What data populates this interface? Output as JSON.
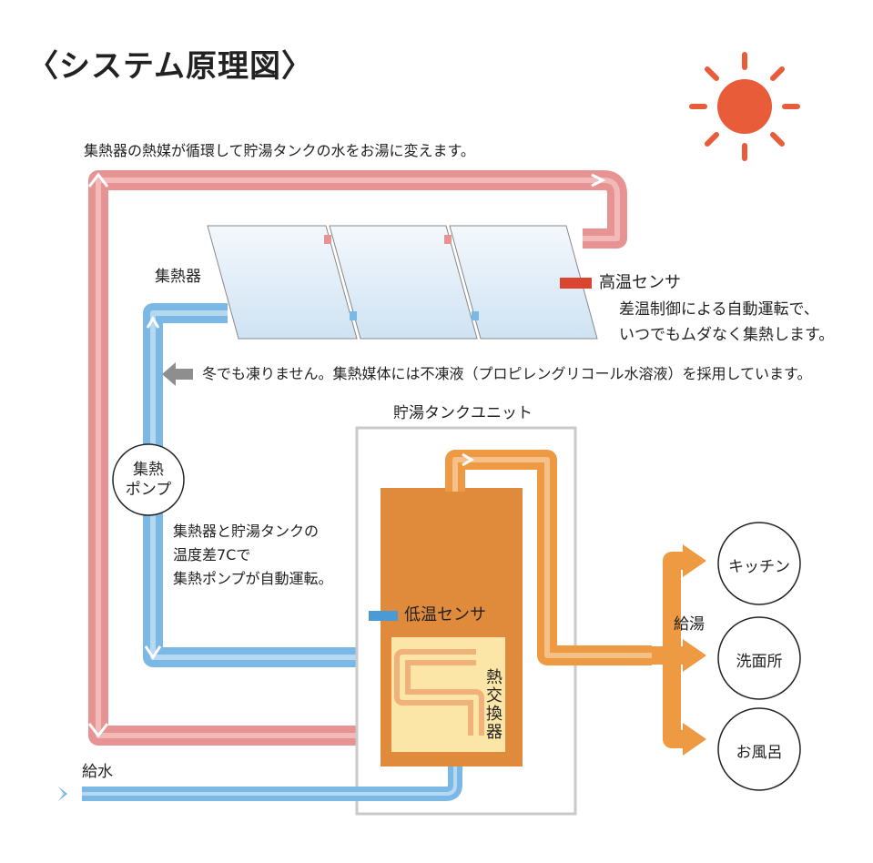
{
  "title": "〈システム原理図〉",
  "headline": "集熱器の熱媒が循環して貯湯タンクの水をお湯に変えます。",
  "labels": {
    "collector": "集熱器",
    "high_sensor": "高温センサ",
    "high_sensor_note_1": "差温制御による自動運転で、",
    "high_sensor_note_2": "いつでもムダなく集熱します。",
    "antifreeze_note": "冬でも凍りません。集熱媒体には不凍液（プロピレングリコール水溶液）を採用しています。",
    "tank_unit": "貯湯タンクユニット",
    "pump_line1": "集熱",
    "pump_line2": "ポンプ",
    "pump_note_1": "集熱器と貯湯タンクの",
    "pump_note_2": "温度差7Cで",
    "pump_note_3": "集熱ポンプが自動運転。",
    "low_sensor": "低温センサ",
    "heat_exchanger": "熱交換器",
    "hot_supply": "給湯",
    "water_supply": "給水",
    "kitchen": "キッチン",
    "washroom": "洗面所",
    "bath": "お風呂"
  },
  "colors": {
    "hot_pipe": "#e79393",
    "cold_pipe": "#7bb8e6",
    "hot_water": "#ee9a43",
    "tank": "#e08a3c",
    "exchanger_bg": "#fbe6a8",
    "sun": "#e85c3a",
    "high_sensor": "#d9452e",
    "low_sensor": "#4a9ad6"
  }
}
